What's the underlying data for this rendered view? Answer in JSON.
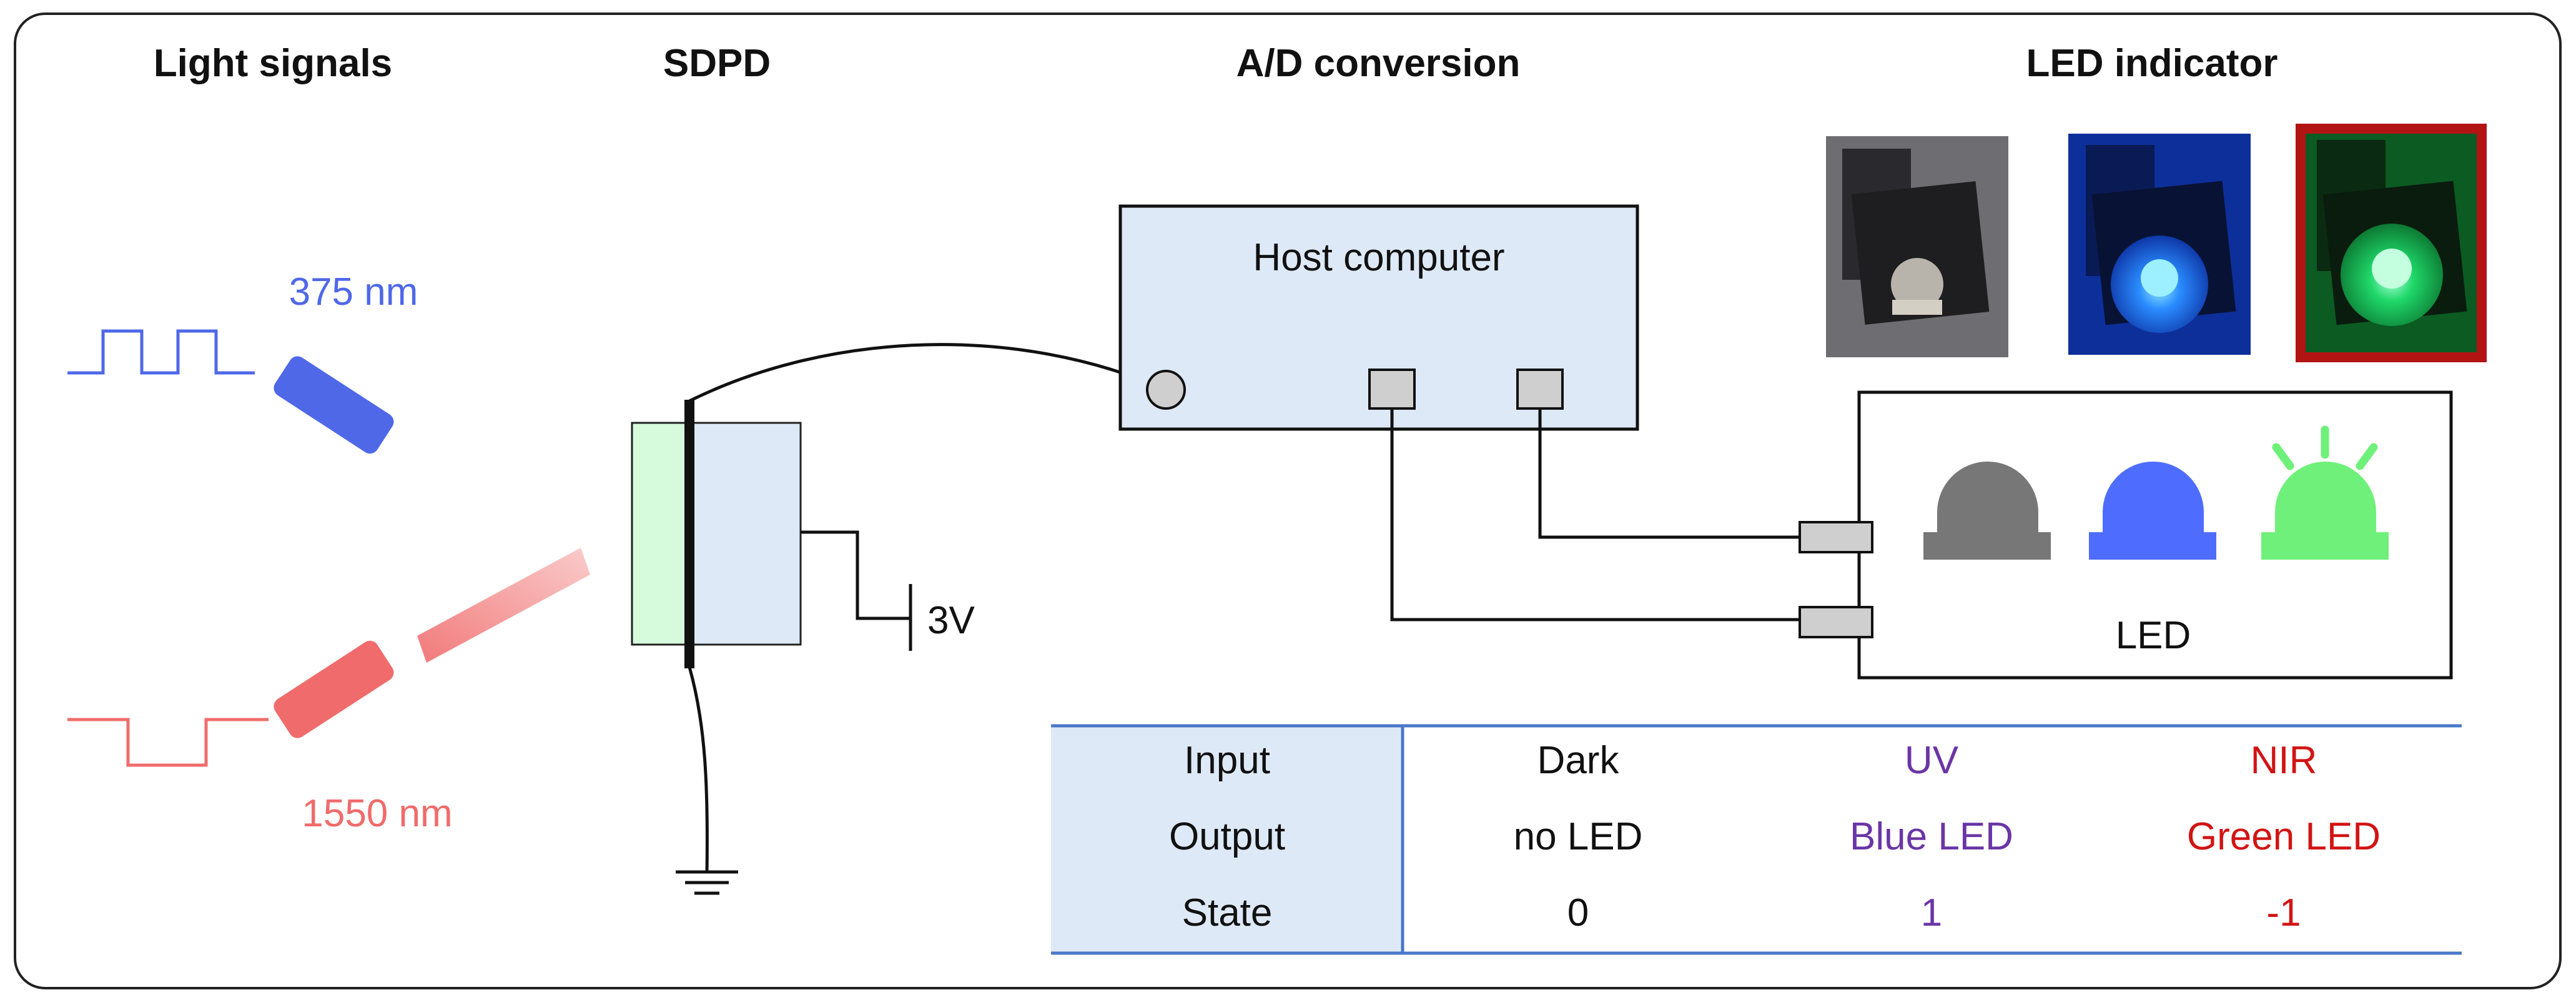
{
  "headers": {
    "light_signals": "Light signals",
    "sdpd": "SDPD",
    "ad_conversion": "A/D conversion",
    "led_indicator": "LED indicator"
  },
  "sources": {
    "uv_wavelength": "375 nm",
    "nir_wavelength": "1550 nm"
  },
  "circuit": {
    "voltage": "3V",
    "host_label": "Host computer",
    "led_box_label": "LED"
  },
  "table": {
    "row_labels": [
      "Input",
      "Output",
      "State"
    ],
    "columns": [
      {
        "cells": [
          "Dark",
          "no LED",
          "0"
        ],
        "color": "#111111"
      },
      {
        "cells": [
          "UV",
          "Blue LED",
          "1"
        ],
        "color": "#6a35a6"
      },
      {
        "cells": [
          "NIR",
          "Green LED",
          "-1"
        ],
        "color": "#d11414"
      }
    ]
  },
  "led_states": [
    {
      "state": "off",
      "color": "#777777"
    },
    {
      "state": "blue",
      "color": "#4e6dff"
    },
    {
      "state": "green",
      "color": "#6ff07a",
      "selected": true
    }
  ],
  "colors": {
    "uv": "#4f68e8",
    "nir": "#f06b6b",
    "panel_fill": "#dde9f6",
    "detector_green": "#d6fadc",
    "frame_red": "#b21414",
    "table_line": "#4a78c8"
  }
}
